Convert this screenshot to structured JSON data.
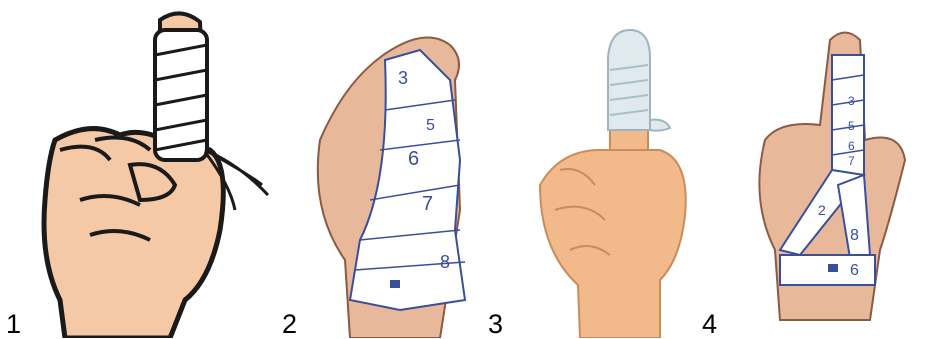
{
  "figure": {
    "panels": [
      {
        "label": "1",
        "illustration": "finger-bandage-spiral-tied"
      },
      {
        "label": "2",
        "illustration": "hand-bandage-numbered-wrap"
      },
      {
        "label": "3",
        "illustration": "finger-bandage-cap"
      },
      {
        "label": "4",
        "illustration": "finger-wrist-bandage-numbered"
      }
    ],
    "panel2_turns": [
      "3",
      "5",
      "6",
      "7",
      "8"
    ],
    "panel4_turns": [
      "3",
      "2",
      "5",
      "6",
      "7",
      "8",
      "6"
    ],
    "colors": {
      "skin": "#f6c9a6",
      "skin_outline": "#1a1a1a",
      "bandage": "#ffffff",
      "bandage_line": "#3a4f9c",
      "skin_photo": "#e8b89b"
    }
  }
}
